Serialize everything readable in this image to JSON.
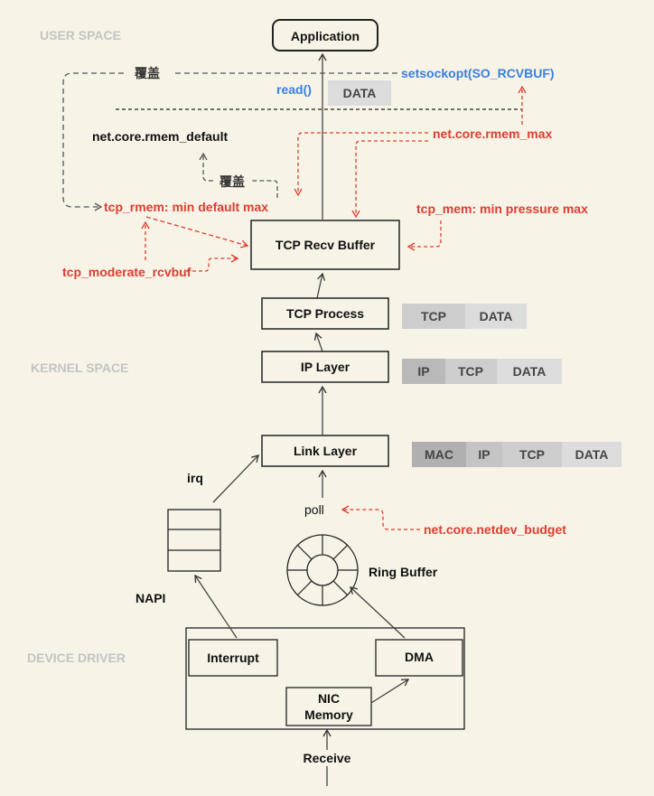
{
  "sections": {
    "user": "USER SPACE",
    "kernel": "KERNEL SPACE",
    "driver": "DEVICE DRIVER"
  },
  "boxes": {
    "application": "Application",
    "tcp_recv_buffer": "TCP Recv Buffer",
    "tcp_process": "TCP Process",
    "ip_layer": "IP Layer",
    "link_layer": "Link Layer",
    "interrupt": "Interrupt",
    "dma": "DMA",
    "nic_memory_line1": "NIC",
    "nic_memory_line2": "Memory"
  },
  "labels": {
    "read": "read()",
    "setsockopt": "setsockopt(SO_RCVBUF)",
    "override_top": "覆盖",
    "override_mid": "覆盖",
    "rmem_default": "net.core.rmem_default",
    "rmem_max": "net.core.rmem_max",
    "tcp_rmem": "tcp_rmem: min default max",
    "tcp_mem": "tcp_mem: min pressure max",
    "tcp_moderate_rcvbuf": "tcp_moderate_rcvbuf",
    "irq": "irq",
    "napi": "NAPI",
    "poll": "poll",
    "netdev_budget": "net.core.netdev_budget",
    "ring_buffer": "Ring Buffer",
    "receive": "Receive"
  },
  "headers": {
    "app": [
      "DATA"
    ],
    "tcp": [
      "TCP",
      "DATA"
    ],
    "ip": [
      "IP",
      "TCP",
      "DATA"
    ],
    "link": [
      "MAC",
      "IP",
      "TCP",
      "DATA"
    ]
  },
  "colors": {
    "background": "#f7f3e6",
    "accent_red": "#e03c31",
    "accent_blue": "#3a7fe0",
    "section_gray": "#c4c4c4",
    "header_dark": "#b9b9b9",
    "header_mid": "#cdcdcd",
    "header_light": "#dcdcdc"
  }
}
